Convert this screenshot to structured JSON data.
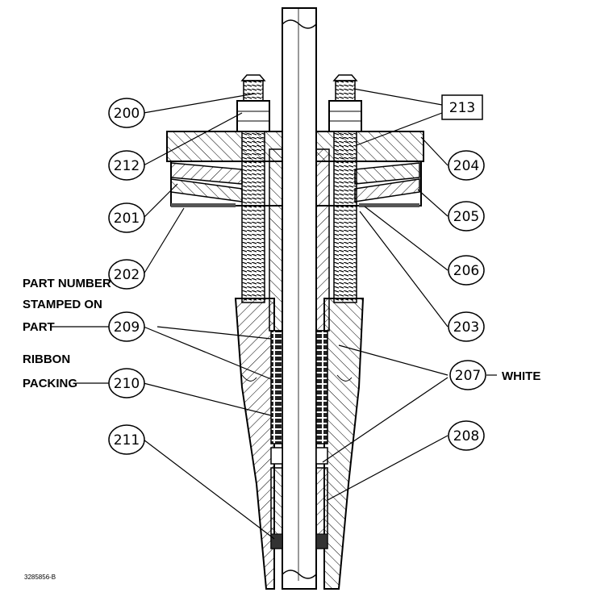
{
  "callouts": {
    "c200": "200",
    "c201": "201",
    "c202": "202",
    "c203": "203",
    "c204": "204",
    "c205": "205",
    "c206": "206",
    "c207": "207",
    "c208": "208",
    "c209": "209",
    "c210": "210",
    "c211": "211",
    "c212": "212",
    "c213": "213"
  },
  "notes": {
    "part_number_line1": "PART NUMBER",
    "part_number_line2": "STAMPED ON",
    "part_number_line3": "PART",
    "ribbon_line1": "RIBBON",
    "ribbon_line2": "PACKING",
    "white": "WHITE"
  },
  "drawing_code": "3285856-B"
}
